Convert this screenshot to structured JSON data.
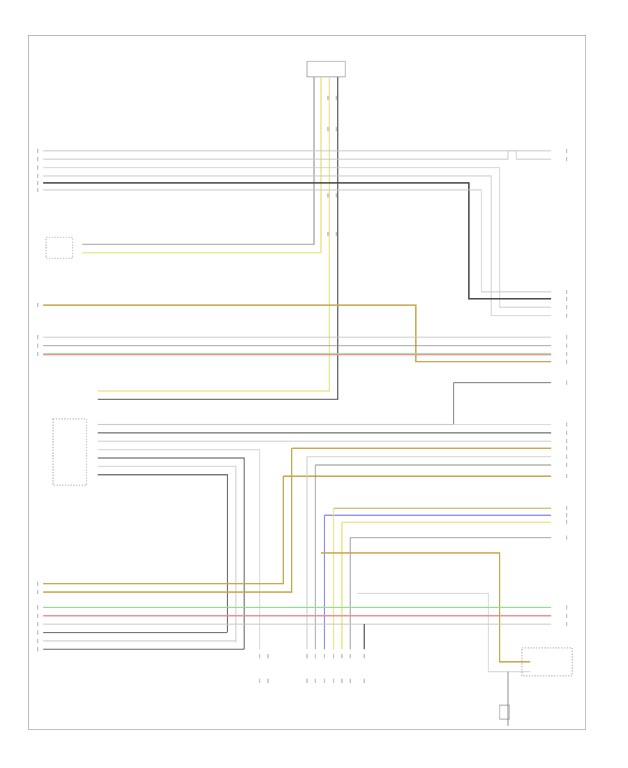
{
  "diagram": {
    "footer_code": "",
    "components": [
      {
        "id": "top-connector",
        "caption": [
          "",
          "",
          ""
        ]
      },
      {
        "id": "left-switch",
        "caption": [
          "",
          "",
          "",
          "",
          ""
        ]
      },
      {
        "id": "right-module-1",
        "caption": [
          "",
          "",
          "",
          "",
          ""
        ]
      },
      {
        "id": "left-ecu",
        "caption": [
          "",
          "",
          ""
        ]
      },
      {
        "id": "bottom-ecu-1",
        "caption": [
          "",
          "",
          "",
          ""
        ]
      },
      {
        "id": "bottom-ecu-2",
        "caption": [
          "",
          "",
          "",
          ""
        ]
      },
      {
        "id": "bottom-right-module",
        "caption": [
          "",
          "",
          "",
          "",
          ""
        ]
      }
    ],
    "wire_colors": {
      "gray": "#8a8a8a",
      "dark": "#4a4a4a",
      "yellow": "#e8e070",
      "tan": "#c8a850",
      "green": "#90e090",
      "red": "#f09090",
      "blue": "#8080f0",
      "light": "#c8c8c8"
    }
  }
}
